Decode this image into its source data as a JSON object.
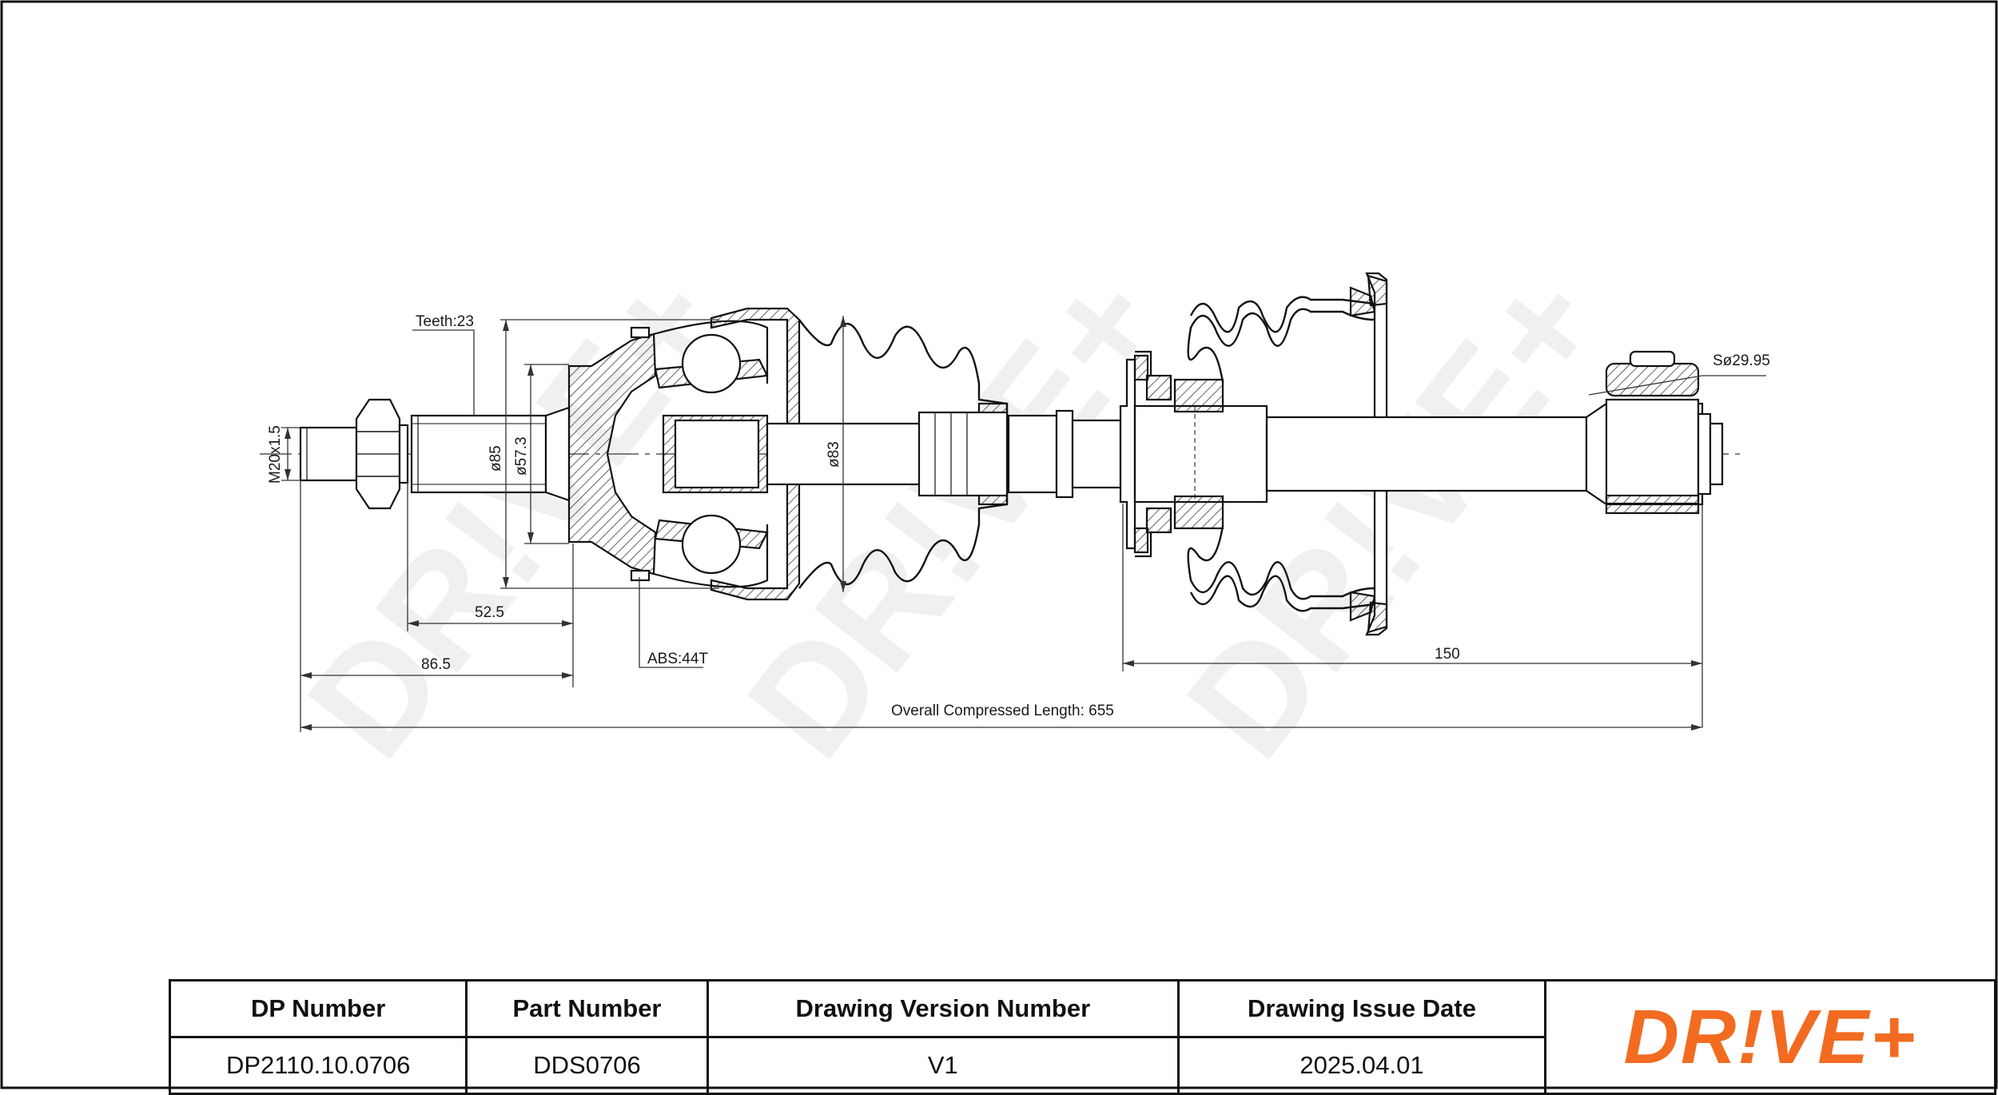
{
  "drawing": {
    "labels": {
      "teeth": "Teeth:23",
      "thread": "M20x1.5",
      "dia85": "ø85",
      "dia57": "ø57.3",
      "dia83": "ø83",
      "dim52": "52.5",
      "dim86": "86.5",
      "abs": "ABS:44T",
      "dim150": "150",
      "sphere": "Sø29.95",
      "overall": "Overall Compressed Length: 655"
    },
    "watermark": "DR!VE+"
  },
  "title_block": {
    "headers": [
      "DP Number",
      "Part Number",
      "Drawing Version Number",
      "Drawing Issue Date"
    ],
    "values": [
      "DP2110.10.0706",
      "DDS0706",
      "V1",
      "2025.04.01"
    ],
    "logo": "DR!VE+",
    "brand_color": "#f26b21"
  }
}
